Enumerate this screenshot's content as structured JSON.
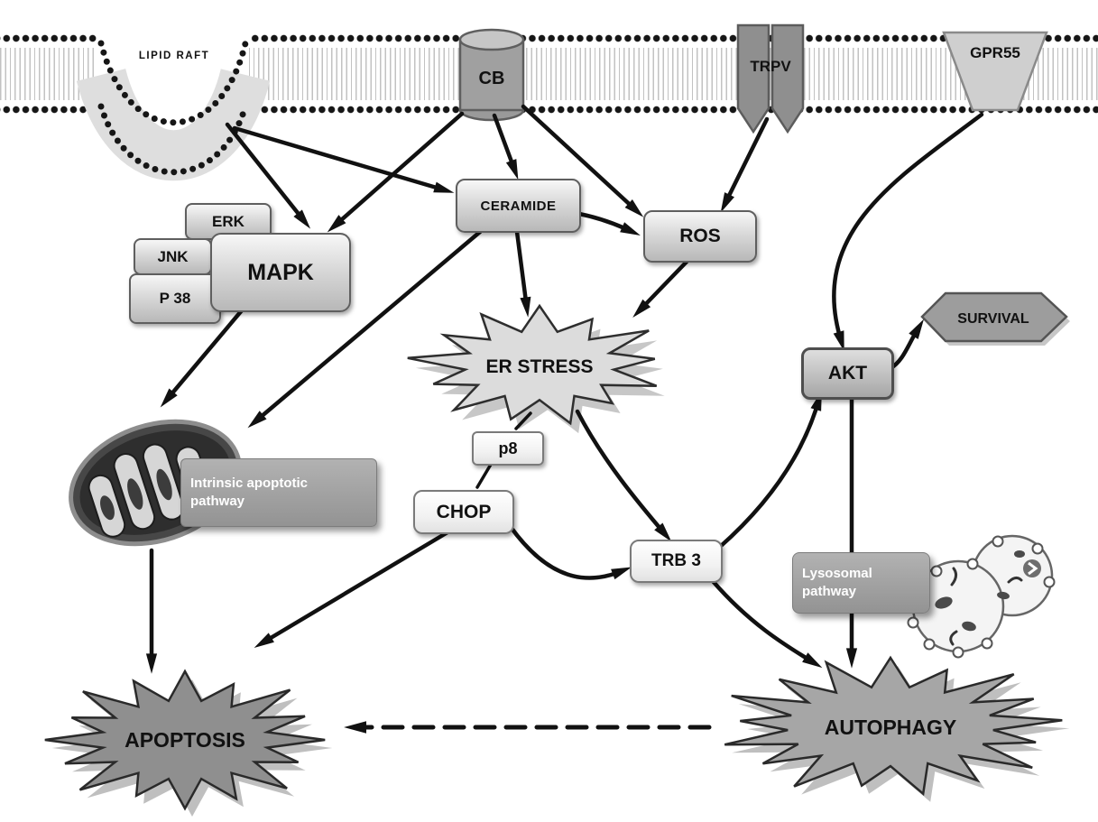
{
  "figure": {
    "labels": {
      "lipid_raft": "LIPID RAFT",
      "cb": "CB",
      "trpv": "TRPV",
      "gpr55": "GPR55",
      "erk": "ERK",
      "jnk": "JNK",
      "p38": "P 38",
      "mapk": "MAPK",
      "ceramide": "CERAMIDE",
      "ros": "ROS",
      "er_stress": "ER STRESS",
      "p8": "p8",
      "chop": "CHOP",
      "trb3": "TRB 3",
      "akt": "AKT",
      "survival": "SURVIVAL",
      "intrinsic_pathway_line1": "Intrinsic apoptotic",
      "intrinsic_pathway_line2": "pathway",
      "lysosomal_pathway_line1": "Lysosomal",
      "lysosomal_pathway_line2": "pathway",
      "apoptosis": "APOPTOSIS",
      "autophagy": "AUTOPHAGY"
    },
    "colors": {
      "arrow": "#111111",
      "membrane_head": "#161616",
      "node_border": "#5f5f5f",
      "starburst_light": "#dcdcdc",
      "starburst_mid": "#a8a8a8",
      "starburst_dark": "#8f8f8f",
      "receptor_gray": "#a0a0a0"
    }
  }
}
